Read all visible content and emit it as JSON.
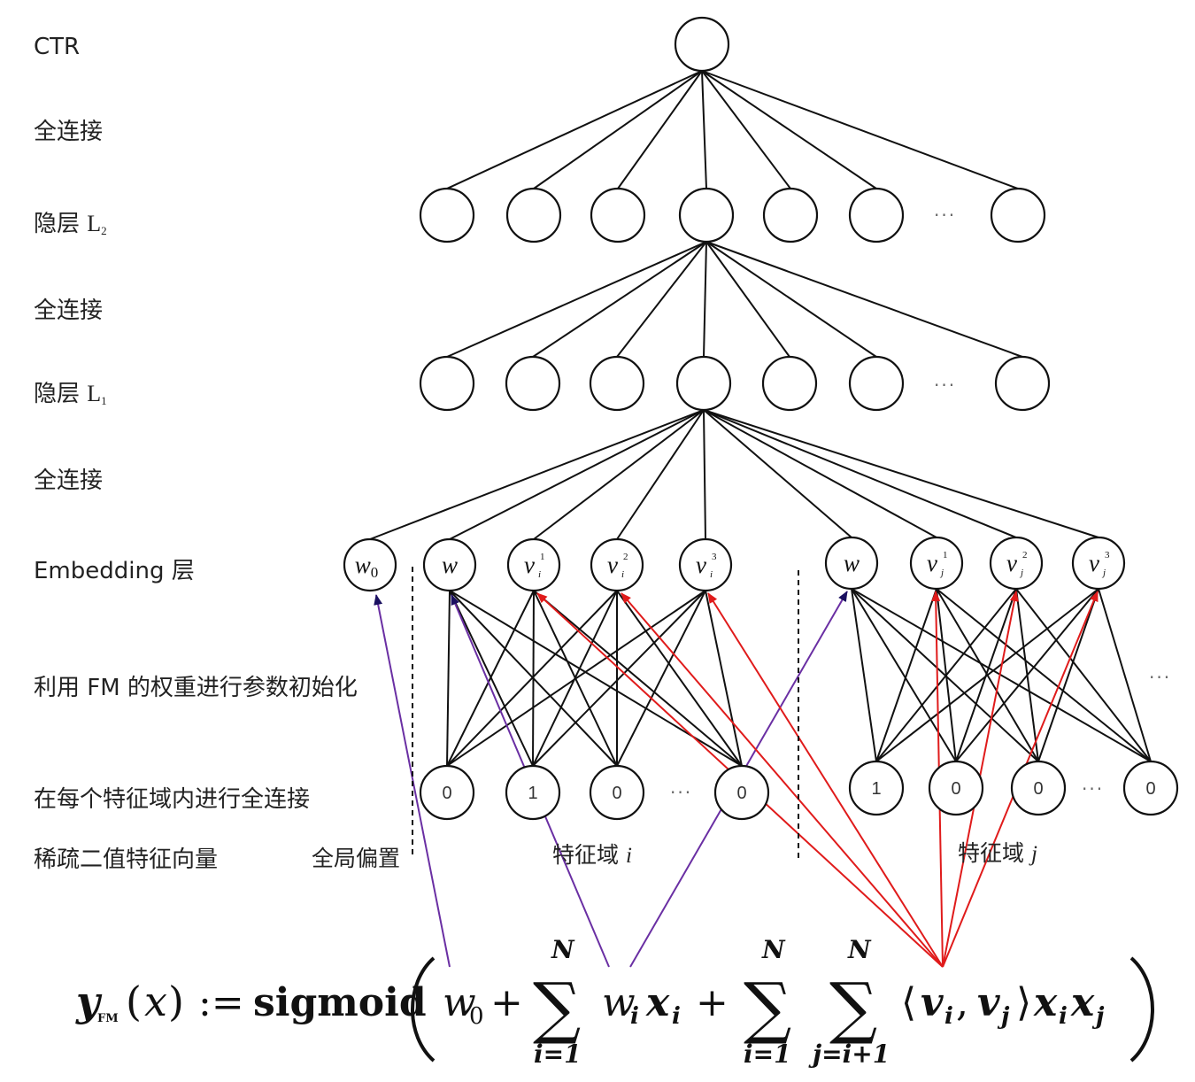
{
  "labels": {
    "ctr": "CTR",
    "fc1": "全连接",
    "hidden2_prefix": "隐层 ",
    "hidden2_L": "L",
    "hidden2_sub": "2",
    "fc2": "全连接",
    "hidden1_prefix": "隐层 ",
    "hidden1_L": "L",
    "hidden1_sub": "1",
    "fc3": "全连接",
    "embedding": "Embedding 层",
    "fm_init": "利用 FM 的权重进行参数初始化",
    "field_fc": "在每个特征域内进行全连接",
    "sparse": "稀疏二值特征向量",
    "global_bias": "全局偏置",
    "field_i_prefix": "特征域 ",
    "field_i_var": "i",
    "field_j_prefix": "特征域 ",
    "field_j_var": "j"
  },
  "ellipsis": "···",
  "embedding_nodes": {
    "w0": "w",
    "w0_sub": "0",
    "w": "w",
    "v": "v",
    "sub_i": "i",
    "sub_j": "j",
    "sups": [
      "1",
      "2",
      "3"
    ]
  },
  "sparse_values": {
    "field_i": [
      "0",
      "1",
      "0",
      "0"
    ],
    "field_j": [
      "1",
      "0",
      "0",
      "0"
    ]
  },
  "formula": {
    "y": "y",
    "y_sub": "FM",
    "x_open": "(",
    "x": "x",
    "x_close": ")",
    "assign": ":=",
    "func": "sigmoid",
    "w0": "w",
    "w0_sub": "0",
    "plus": "+",
    "sum": "∑",
    "upper": "N",
    "lower_i": "i=1",
    "lower_j": "j=i+1",
    "wi": "w",
    "xi": "x",
    "sub_i": "i",
    "sub_j": "j",
    "langle": "⟨",
    "v": "v",
    "comma": ",",
    "rangle": "⟩"
  },
  "colors": {
    "line": "#111111",
    "bias_arrow": "#6a2fa3",
    "vector_arrow": "#e01b1b",
    "arrowhead_dark": "#1a1060"
  }
}
